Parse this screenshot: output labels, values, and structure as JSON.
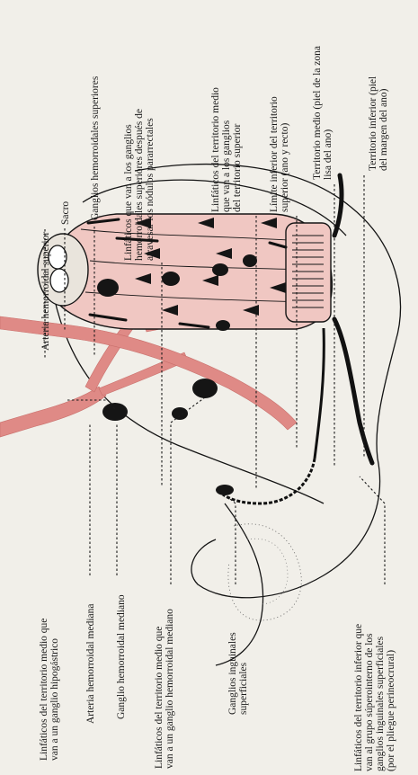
{
  "labels": {
    "arteria_hemorroidal_superior": "Arteria hemorroidal superior",
    "sacro": "Sacro",
    "ganglios_hemorroidales_superiores": "Ganglios hemorroidales superiores",
    "linfaticos_ganglios_superiores": [
      "Linfáticos  que  van  a  los  ganglios",
      "hemorroidales superiores después de",
      "atravesar los  nódulos pararrectales"
    ],
    "linfaticos_territorio_medio_superior": [
      "Linfáticos del territorio medio",
      "que van a los ganglios",
      "del  territorio  superior"
    ],
    "limite_inferior": [
      "Límite inferior del territorio",
      "superior (ano y recto)"
    ],
    "territorio_medio_piel": [
      "Territorio medio (piel de la zona",
      "lisa del ano)"
    ],
    "territorio_inferior_piel": [
      "Territorio inferior (piel",
      "del margen del ano)"
    ],
    "linfaticos_hipogastrico": [
      "Linfáticos del territorio medio que",
      "van a un ganglio hipogástrico"
    ],
    "arteria_hemorroidal_mediana": "Arteria hemorroidal mediana",
    "ganglio_hemorroidal_mediano": "Ganglio hemorroidal mediano",
    "linfaticos_ganglio_hemorroidal_mediano": [
      "Linfáticos del territorio medio que",
      "van a un ganglio hemorroidal mediano"
    ],
    "ganglios_inguinales_superficiales": [
      "Ganglios inguinales",
      "superficiales"
    ],
    "linfaticos_territorio_inferior": [
      "Linfáticos del territorio inferior que",
      "van al grupo súperointerno de los",
      "ganglios inguinales superficiales",
      "(por el pliegue perineocrural)"
    ]
  },
  "colors": {
    "artery": "#df8a86",
    "rectum": "#f0c7c2",
    "ink": "#151515",
    "paper": "#f1efe9"
  }
}
